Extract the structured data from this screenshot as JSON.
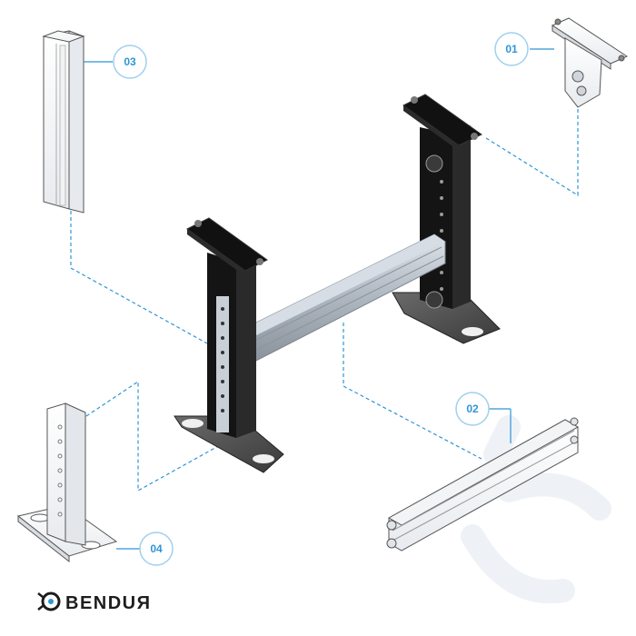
{
  "callouts": [
    {
      "id": "01",
      "label": "01"
    },
    {
      "id": "02",
      "label": "02"
    },
    {
      "id": "03",
      "label": "03"
    },
    {
      "id": "04",
      "label": "04"
    }
  ],
  "logo": {
    "text": "BENDUR",
    "shown": "BENDUЯ"
  },
  "colors": {
    "accent": "#2f95d6",
    "frame": "#141414",
    "profile": "#b7bfc8",
    "line_art": "#555555"
  }
}
